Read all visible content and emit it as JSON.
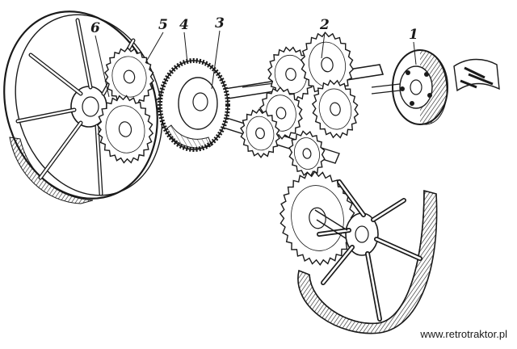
{
  "figure": {
    "callouts": [
      "1",
      "2",
      "3",
      "4",
      "5",
      "6"
    ],
    "watermark": "www.retrotraktor.pl"
  }
}
